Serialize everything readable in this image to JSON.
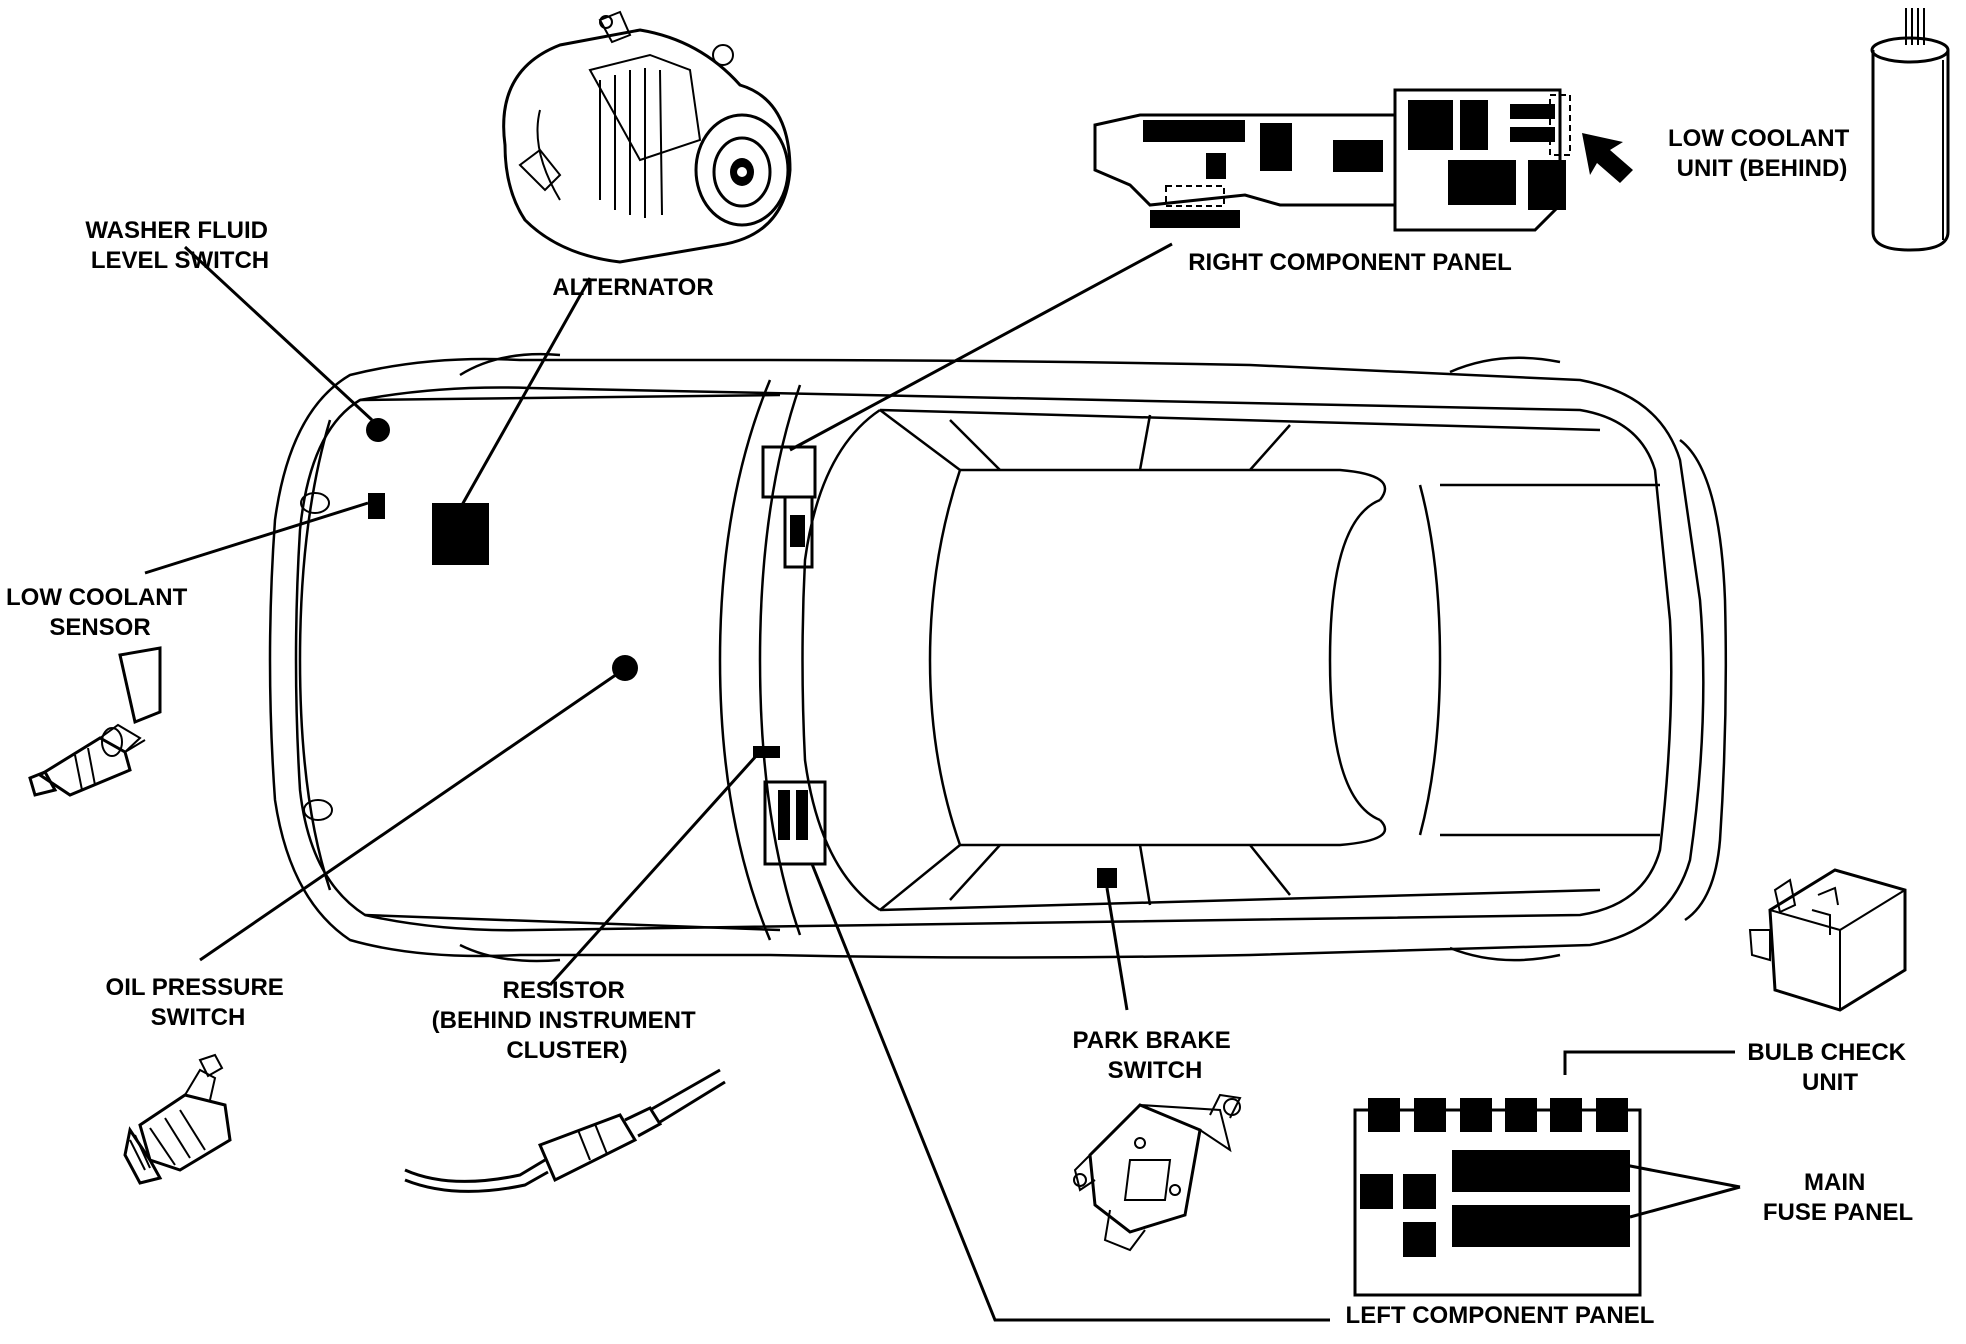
{
  "labels": {
    "washer_fluid_level_switch": [
      "WASHER FLUID",
      "LEVEL SWITCH"
    ],
    "alternator": [
      "ALTERNATOR"
    ],
    "right_component_panel": [
      "RIGHT COMPONENT PANEL"
    ],
    "low_coolant_unit": [
      "LOW COOLANT",
      "UNIT (BEHIND)"
    ],
    "low_coolant_sensor": [
      "LOW COOLANT",
      "SENSOR"
    ],
    "oil_pressure_switch": [
      "OIL PRESSURE",
      "SWITCH"
    ],
    "resistor": [
      "RESISTOR",
      "(BEHIND INSTRUMENT",
      "CLUSTER)"
    ],
    "park_brake_switch": [
      "PARK BRAKE",
      "SWITCH"
    ],
    "bulb_check_unit": [
      "BULB CHECK",
      "UNIT"
    ],
    "main_fuse_panel": [
      "MAIN",
      "FUSE PANEL"
    ],
    "left_component_panel": [
      "LEFT COMPONENT PANEL"
    ]
  },
  "colors": {
    "ink": "#000000",
    "background": "#ffffff"
  }
}
